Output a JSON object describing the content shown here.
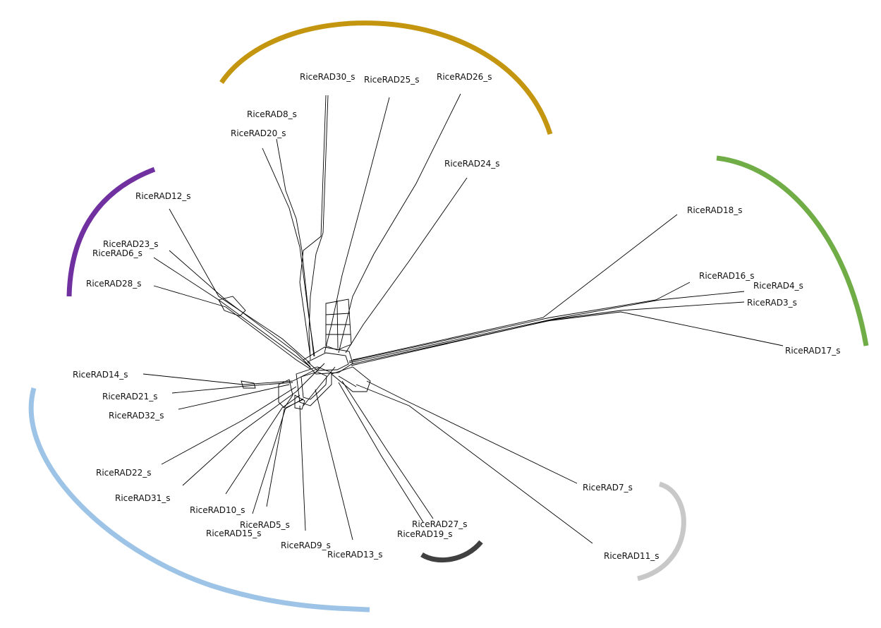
{
  "network": {
    "taxa": [
      "RiceRAD30_s",
      "RiceRAD25_s",
      "RiceRAD26_s",
      "RiceRAD8_s",
      "RiceRAD20_s",
      "RiceRAD24_s",
      "RiceRAD12_s",
      "RiceRAD23_s",
      "RiceRAD6_s",
      "RiceRAD28_s",
      "RiceRAD18_s",
      "RiceRAD16_s",
      "RiceRAD4_s",
      "RiceRAD3_s",
      "RiceRAD17_s",
      "RiceRAD14_s",
      "RiceRAD21_s",
      "RiceRAD32_s",
      "RiceRAD22_s",
      "RiceRAD31_s",
      "RiceRAD10_s",
      "RiceRAD5_s",
      "RiceRAD15_s",
      "RiceRAD9_s",
      "RiceRAD13_s",
      "RiceRAD27_s",
      "RiceRAD19_s",
      "RiceRAD7_s",
      "RiceRAD11_s"
    ],
    "groups": [
      {
        "color": "#c4960f",
        "members": [
          "RiceRAD30_s",
          "RiceRAD25_s",
          "RiceRAD26_s",
          "RiceRAD8_s",
          "RiceRAD20_s",
          "RiceRAD24_s"
        ]
      },
      {
        "color": "#7030a0",
        "members": [
          "RiceRAD12_s",
          "RiceRAD23_s",
          "RiceRAD6_s",
          "RiceRAD28_s"
        ]
      },
      {
        "color": "#70ad47",
        "members": [
          "RiceRAD18_s",
          "RiceRAD16_s",
          "RiceRAD4_s",
          "RiceRAD3_s",
          "RiceRAD17_s"
        ]
      },
      {
        "color": "#9dc3e6",
        "members": [
          "RiceRAD14_s",
          "RiceRAD21_s",
          "RiceRAD32_s",
          "RiceRAD22_s",
          "RiceRAD31_s",
          "RiceRAD10_s",
          "RiceRAD5_s",
          "RiceRAD15_s",
          "RiceRAD9_s",
          "RiceRAD13_s"
        ]
      },
      {
        "color": "#404040",
        "members": [
          "RiceRAD27_s",
          "RiceRAD19_s"
        ]
      },
      {
        "color": "#c8c8c8",
        "members": [
          "RiceRAD7_s",
          "RiceRAD11_s"
        ]
      }
    ]
  }
}
